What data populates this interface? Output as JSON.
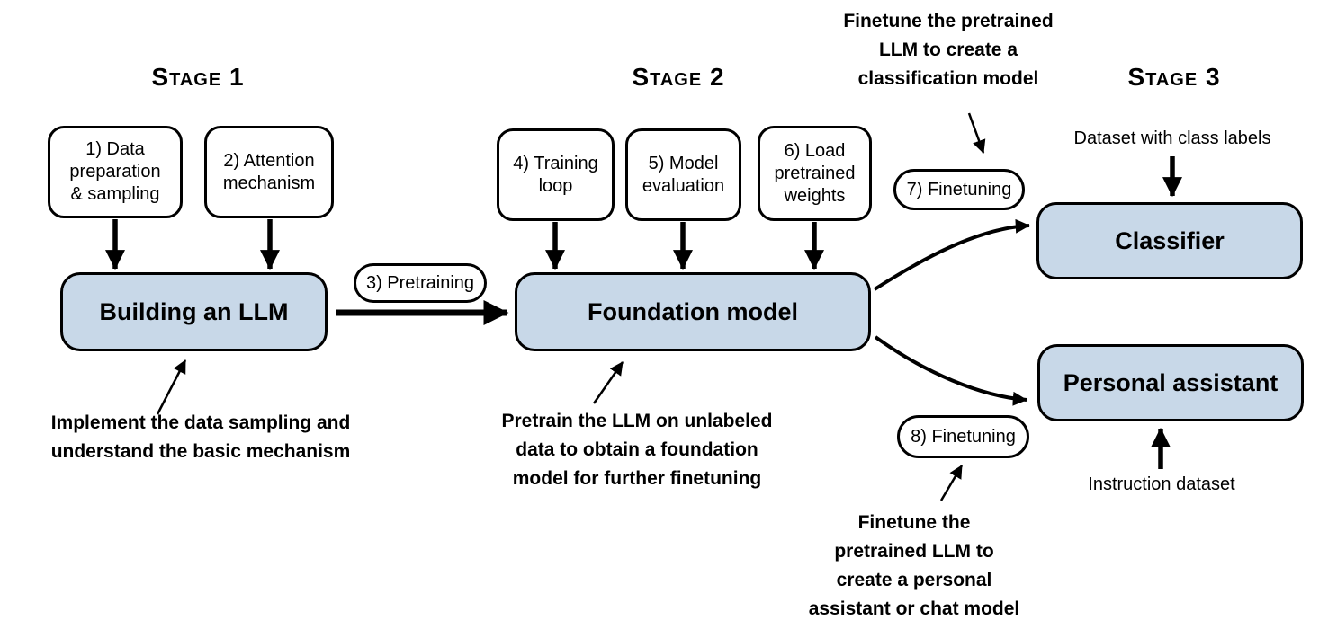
{
  "diagram": {
    "stages": [
      {
        "label": "Stage 1"
      },
      {
        "label": "Stage 2"
      },
      {
        "label": "Stage 3"
      }
    ],
    "steps": {
      "s1": "1) Data\npreparation\n& sampling",
      "s2": "2) Attention\nmechanism",
      "s3": "3) Pretraining",
      "s4": "4) Training\nloop",
      "s5": "5) Model\nevaluation",
      "s6": "6) Load\npretrained\nweights",
      "s7": "7) Finetuning",
      "s8": "8) Finetuning"
    },
    "nodes": {
      "building": "Building an LLM",
      "foundation": "Foundation model",
      "classifier": "Classifier",
      "assistant": "Personal assistant"
    },
    "annotations": {
      "stage1": "Implement the data sampling and\nunderstand the basic mechanism",
      "stage2": "Pretrain the LLM on unlabeled\ndata to obtain a foundation\nmodel for further finetuning",
      "classifier": "Finetune the pretrained\nLLM to create a\nclassification model",
      "assistant": "Finetune the\npretrained LLM to\ncreate a personal\nassistant or chat model"
    },
    "inputs": {
      "classifier": "Dataset with class labels",
      "assistant": "Instruction dataset"
    },
    "colors": {
      "node_fill": "#c8d8e8",
      "stroke": "#000000",
      "background": "#ffffff"
    }
  }
}
